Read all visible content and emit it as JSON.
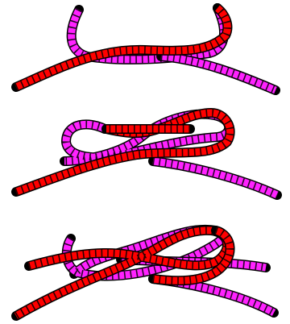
{
  "diagram": {
    "steps": 3,
    "ropes": [
      {
        "name": "red-rope",
        "color": "#ff0000"
      },
      {
        "name": "magenta-rope",
        "color": "#ff22ff"
      }
    ],
    "outline_color": "#000000",
    "twist_color": "#000000"
  }
}
